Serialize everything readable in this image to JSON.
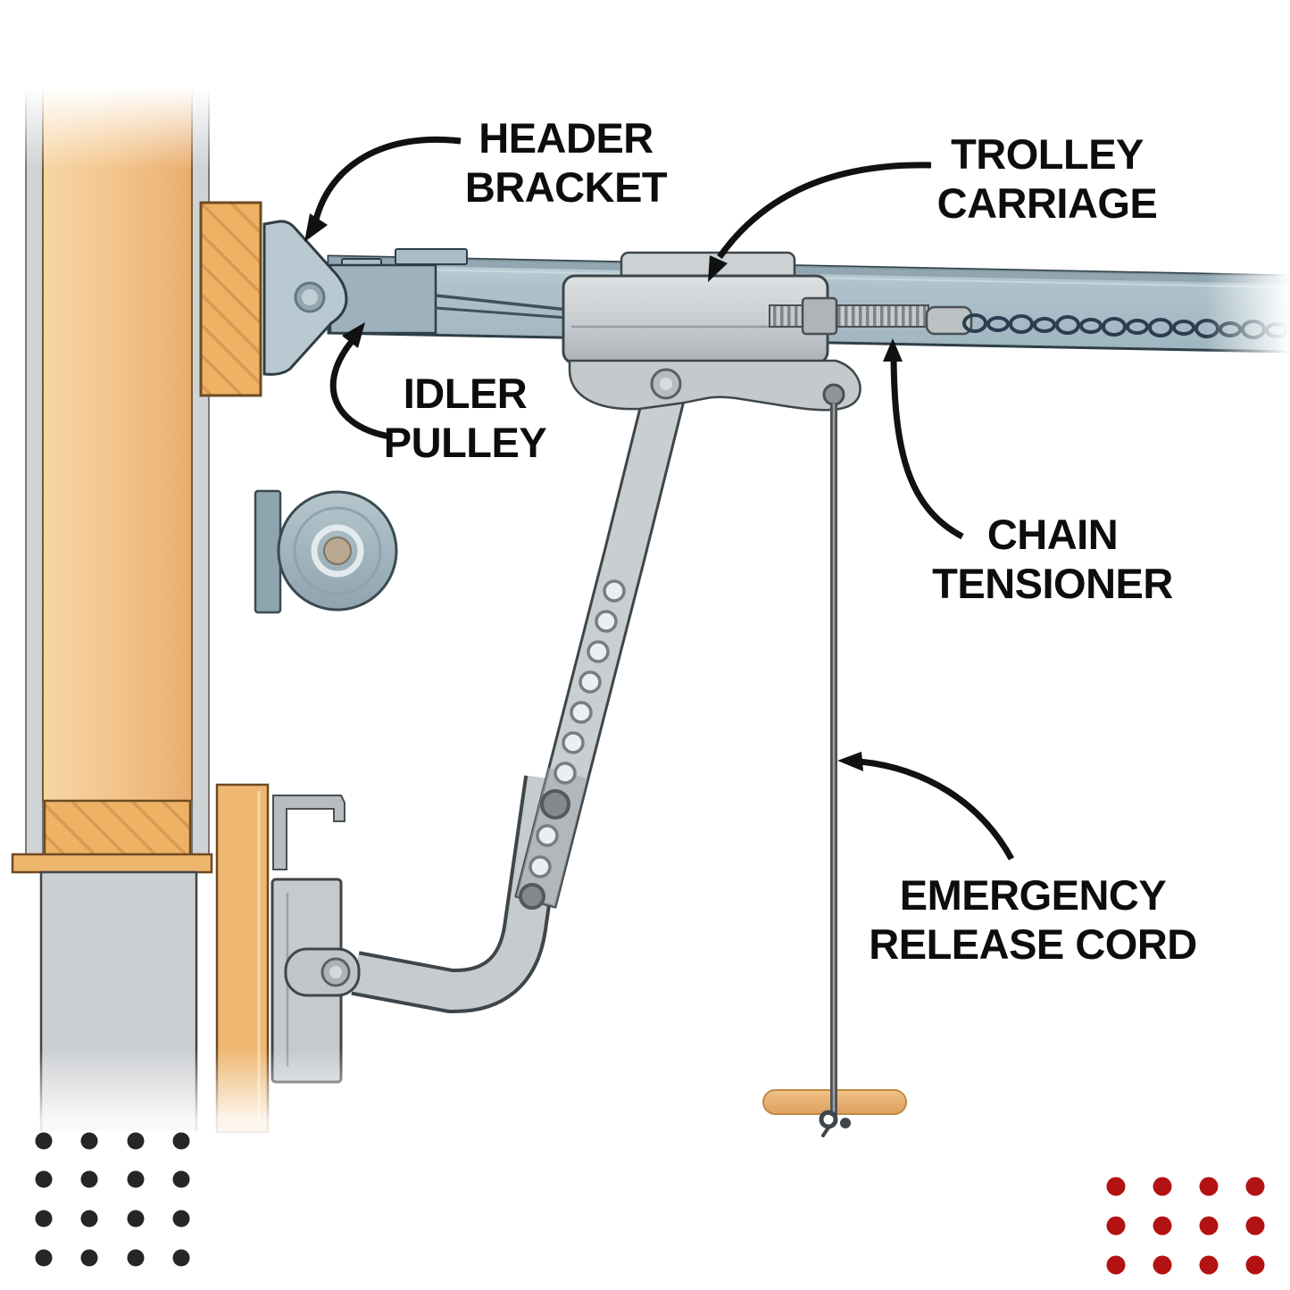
{
  "diagram": {
    "labels": {
      "header_bracket": {
        "line1": "HEADER",
        "line2": "BRACKET"
      },
      "trolley_carriage": {
        "line1": "TROLLEY",
        "line2": "CARRIAGE"
      },
      "idler_pulley": {
        "line1": "IDLER",
        "line2": "PULLEY"
      },
      "chain_tensioner": {
        "line1": "CHAIN",
        "line2": "TENSIONER"
      },
      "emergency_release_cord": {
        "line1": "EMERGENCY",
        "line2": "RELEASE CORD"
      }
    },
    "colors": {
      "background": "#ffffff",
      "label_text": "#0d0d0d",
      "arrow": "#111111",
      "wood": "#f3c48b",
      "wood_outline": "#6f4a22",
      "rail": "#a9bec8",
      "metal": "#c9ced1",
      "metal_outline": "#2f3f47",
      "chain": "#2a3e50",
      "black_dot": "#262626",
      "red_dot": "#b31212"
    },
    "decor": {
      "black_dot_grid": {
        "rows": 4,
        "cols": 4
      },
      "red_dot_grid": {
        "rows": 3,
        "cols": 4
      }
    }
  }
}
